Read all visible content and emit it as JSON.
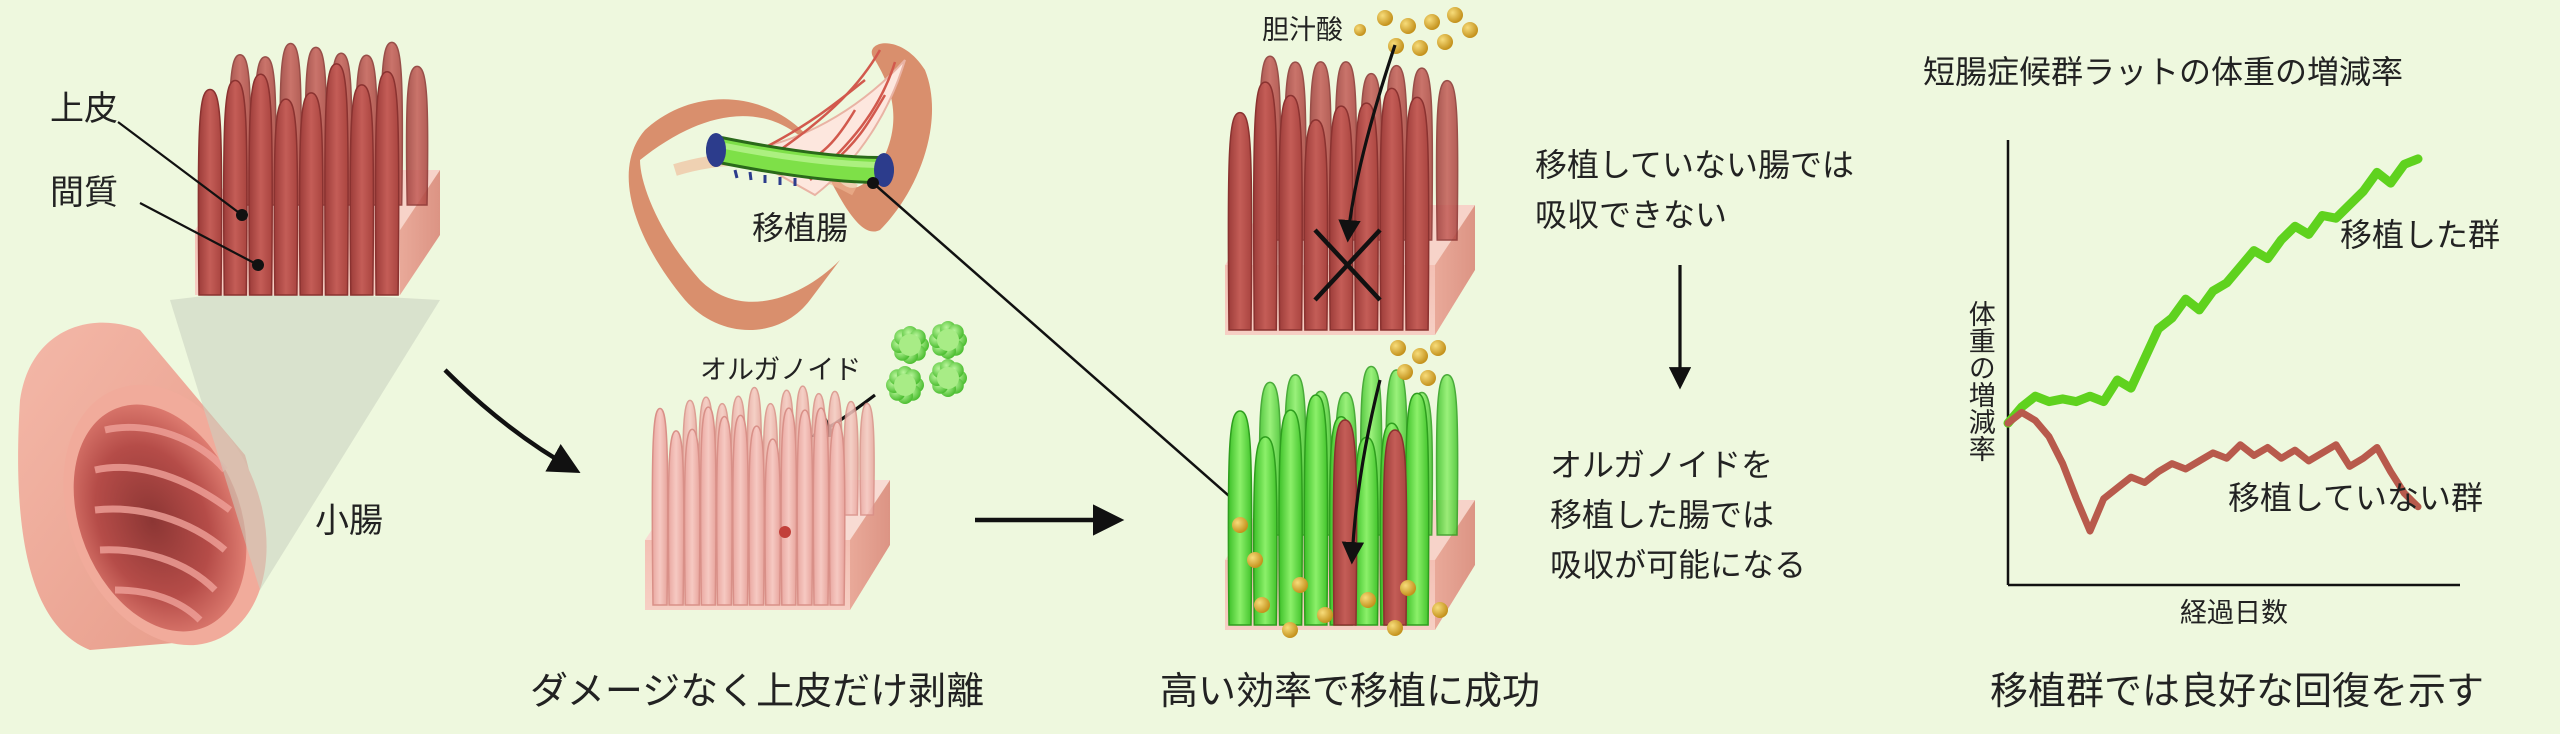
{
  "labels": {
    "epithelium": "上皮",
    "stroma": "間質",
    "small_intestine": "小腸",
    "transplanted_intestine": "移植腸",
    "bile_acid": "胆汁酸",
    "organoid": "オルガノイド",
    "not_absorbed_line1": "移植していない腸では",
    "not_absorbed_line2": "吸収できない",
    "absorbed_line1": "オルガノイドを",
    "absorbed_line2": "移植した腸では",
    "absorbed_line3": "吸収が可能になる"
  },
  "captions": {
    "step1": "ダメージなく上皮だけ剥離",
    "step2": "高い効率で移植に成功",
    "step3": "移植群では良好な回復を示す"
  },
  "chart": {
    "title": "短腸症候群ラットの体重の増減率",
    "xlabel": "経過日数",
    "ylabel": "体重の増減率",
    "series_transplanted_label": "移植した群",
    "series_control_label": "移植していない群"
  },
  "chart_data": {
    "type": "line",
    "title": "短腸症候群ラットの体重の増減率",
    "xlabel": "経過日数",
    "ylabel": "体重の増減率",
    "x": [
      0,
      1,
      2,
      3,
      4,
      5,
      6,
      7,
      8,
      9,
      10,
      11,
      12,
      13,
      14,
      15,
      16,
      17,
      18,
      19,
      20,
      21,
      22,
      23,
      24,
      25,
      26,
      27,
      28,
      29,
      30
    ],
    "series": [
      {
        "name": "移植した群",
        "color": "#5fd21e",
        "values": [
          0,
          0.6,
          1.0,
          0.8,
          0.9,
          0.8,
          1.0,
          0.8,
          1.6,
          1.3,
          2.4,
          3.5,
          3.9,
          4.6,
          4.2,
          4.9,
          5.2,
          5.8,
          6.4,
          6.1,
          6.8,
          7.3,
          7.0,
          7.7,
          7.6,
          8.1,
          8.6,
          9.3,
          8.9,
          9.6,
          9.8
        ]
      },
      {
        "name": "移植していない群",
        "color": "#b85a4c",
        "values": [
          0,
          0.4,
          0.1,
          -0.5,
          -1.5,
          -2.8,
          -4.0,
          -2.8,
          -2.4,
          -2.0,
          -2.2,
          -1.8,
          -1.5,
          -1.7,
          -1.4,
          -1.1,
          -1.3,
          -0.8,
          -1.2,
          -0.9,
          -1.3,
          -1.0,
          -1.4,
          -1.1,
          -0.8,
          -1.6,
          -1.3,
          -0.9,
          -1.8,
          -2.6,
          -3.1
        ]
      }
    ],
    "xlim": [
      0,
      30
    ],
    "ylim": [
      -6,
      10.5
    ],
    "grid": false,
    "legend": "inline"
  }
}
